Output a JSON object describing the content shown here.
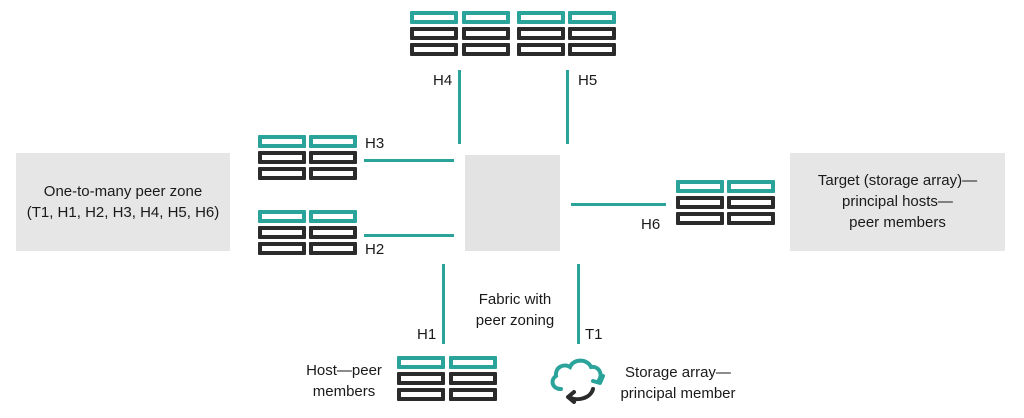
{
  "colors": {
    "teal": "#2aa39a",
    "dark": "#2b2b2b",
    "panel": "#e6e6e6"
  },
  "left_panel": {
    "line1": "One-to-many peer zone",
    "line2": "(T1, H1, H2, H3, H4, H5, H6)"
  },
  "right_panel": {
    "line1": "Target (storage array)—",
    "line2": "principal hosts—",
    "line3": "peer members"
  },
  "labels": {
    "h1": "H1",
    "h2": "H2",
    "h3": "H3",
    "h4": "H4",
    "h5": "H5",
    "h6": "H6",
    "t1": "T1"
  },
  "fabric": {
    "line1": "Fabric with",
    "line2": "peer zoning"
  },
  "host_caption": {
    "line1": "Host—peer",
    "line2": "members"
  },
  "storage_caption": {
    "line1": "Storage array—",
    "line2": "principal member"
  },
  "icons": {
    "server": "server-rack-icon",
    "storage": "cloud-sync-icon"
  }
}
